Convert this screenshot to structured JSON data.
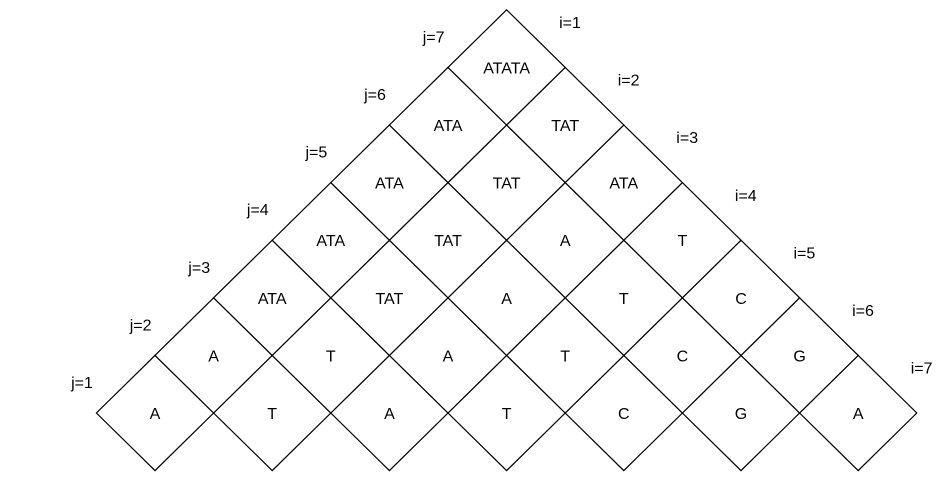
{
  "cells": [
    {
      "i": 1,
      "j": 1,
      "text": "A"
    },
    {
      "i": 2,
      "j": 2,
      "text": "T"
    },
    {
      "i": 3,
      "j": 3,
      "text": "A"
    },
    {
      "i": 4,
      "j": 4,
      "text": "T"
    },
    {
      "i": 5,
      "j": 5,
      "text": "C"
    },
    {
      "i": 6,
      "j": 6,
      "text": "G"
    },
    {
      "i": 7,
      "j": 7,
      "text": "A"
    },
    {
      "i": 1,
      "j": 2,
      "text": "A"
    },
    {
      "i": 2,
      "j": 3,
      "text": "T"
    },
    {
      "i": 3,
      "j": 4,
      "text": "A"
    },
    {
      "i": 4,
      "j": 5,
      "text": "T"
    },
    {
      "i": 5,
      "j": 6,
      "text": "C"
    },
    {
      "i": 6,
      "j": 7,
      "text": "G"
    },
    {
      "i": 1,
      "j": 3,
      "text": "ATA"
    },
    {
      "i": 2,
      "j": 4,
      "text": "TAT"
    },
    {
      "i": 3,
      "j": 5,
      "text": "A"
    },
    {
      "i": 4,
      "j": 6,
      "text": "T"
    },
    {
      "i": 5,
      "j": 7,
      "text": "C"
    },
    {
      "i": 1,
      "j": 4,
      "text": "ATA"
    },
    {
      "i": 2,
      "j": 5,
      "text": "TAT"
    },
    {
      "i": 3,
      "j": 6,
      "text": "A"
    },
    {
      "i": 4,
      "j": 7,
      "text": "T"
    },
    {
      "i": 1,
      "j": 5,
      "text": "ATA"
    },
    {
      "i": 2,
      "j": 6,
      "text": "TAT"
    },
    {
      "i": 3,
      "j": 7,
      "text": "ATA"
    },
    {
      "i": 1,
      "j": 6,
      "text": "ATA"
    },
    {
      "i": 2,
      "j": 7,
      "text": "TAT"
    },
    {
      "i": 1,
      "j": 7,
      "text": "ATATA"
    }
  ],
  "j_labels": [
    "j=1",
    "j=2",
    "j=3",
    "j=4",
    "j=5",
    "j=6",
    "j=7"
  ],
  "i_labels": [
    "i=1",
    "i=2",
    "i=3",
    "i=4",
    "i=5",
    "i=6",
    "i=7"
  ],
  "colors": {
    "stroke": "#000000",
    "background": "#ffffff",
    "text": "#000000"
  }
}
